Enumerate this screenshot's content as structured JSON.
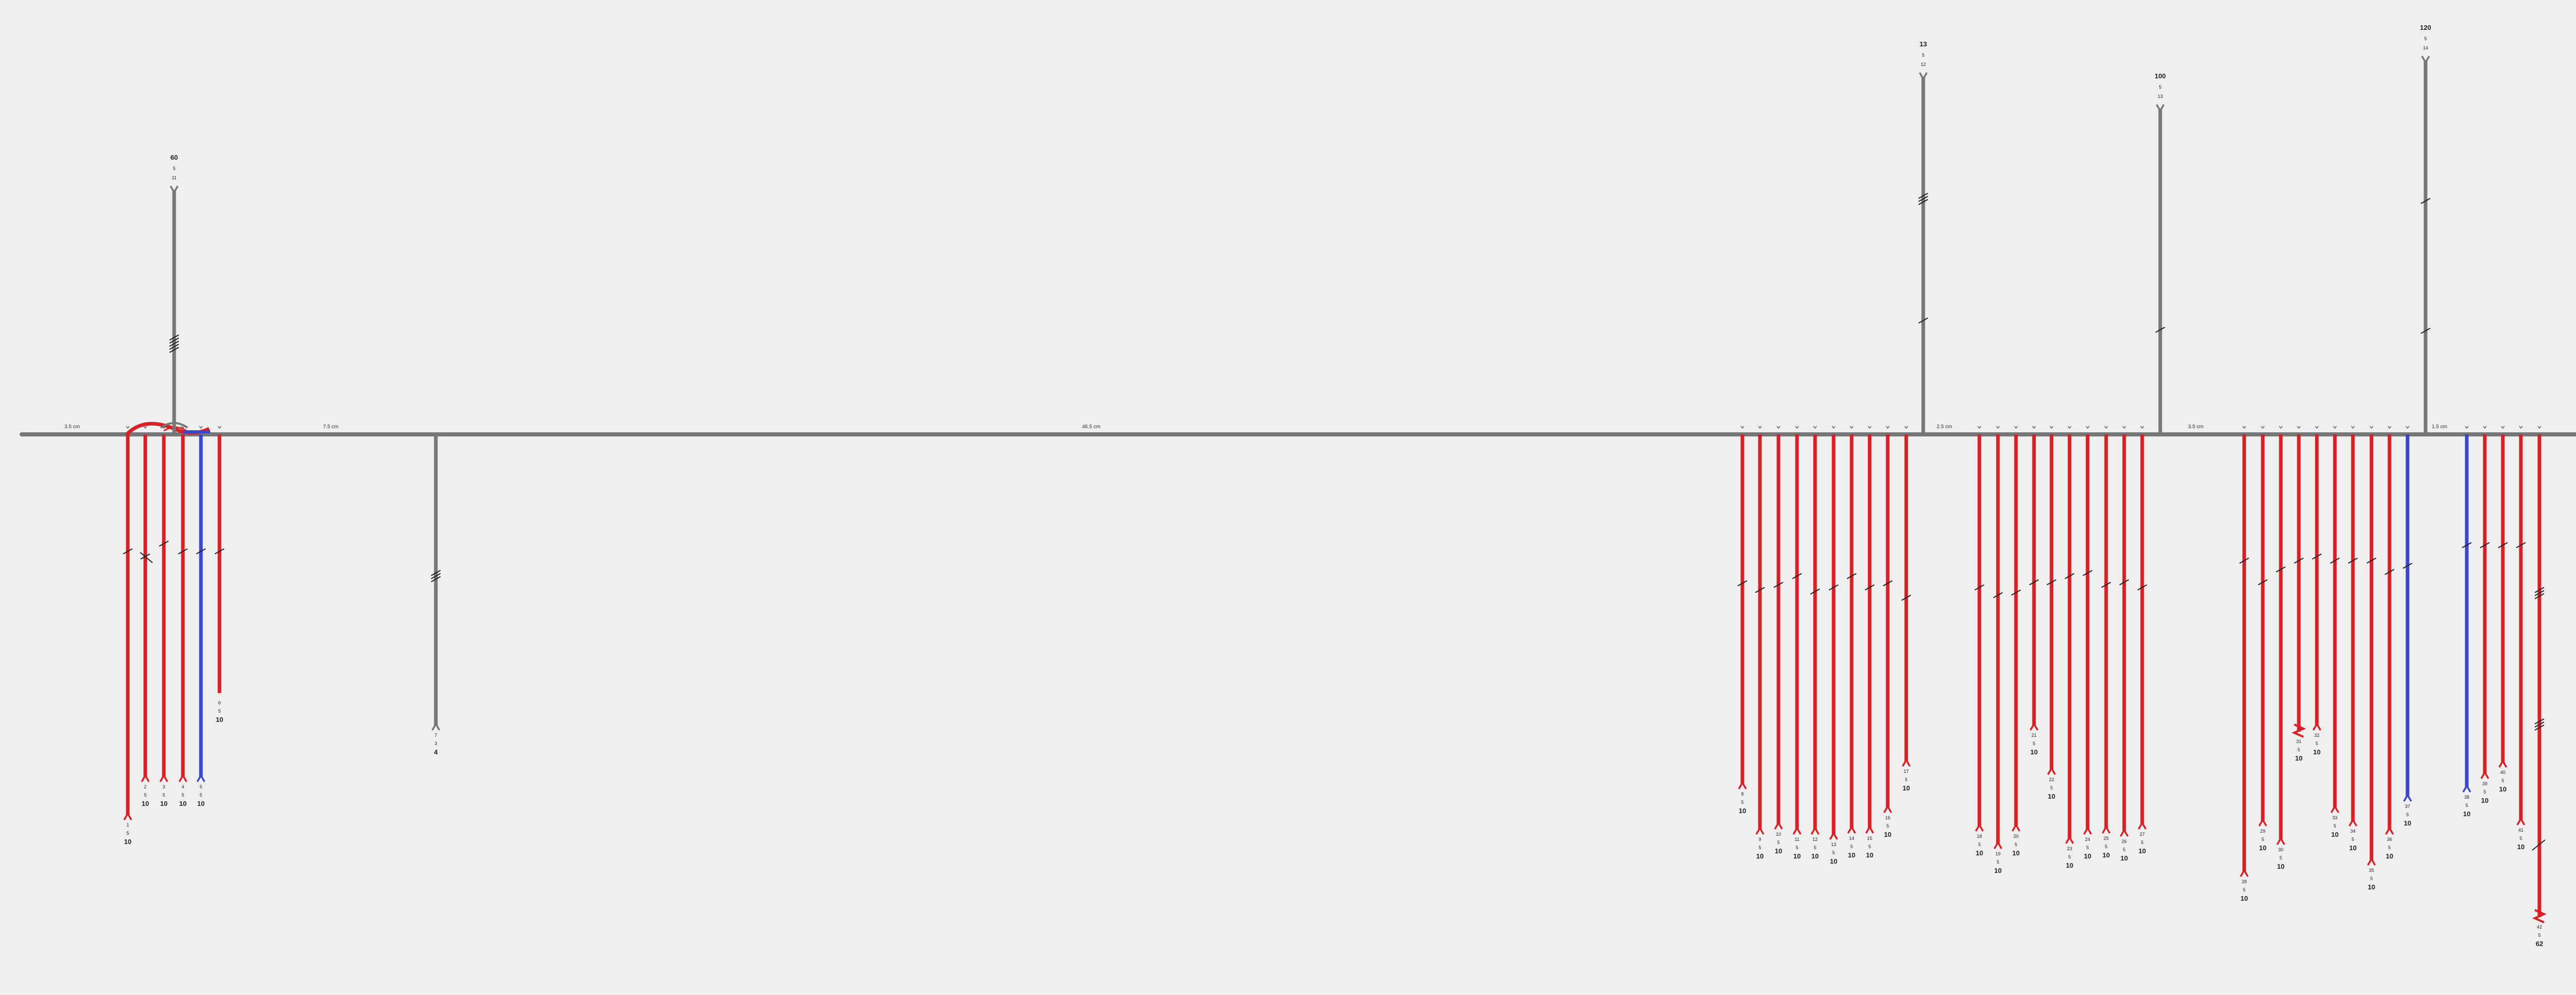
{
  "colors": {
    "background": "#efefef",
    "trunk": "#777777",
    "red": "#d92027",
    "blue": "#3a47c8",
    "ink": "#222222"
  },
  "distances": [
    "3.5 cm",
    "7.5 cm",
    "46.5 cm",
    "2.5 cm",
    "3.5 cm",
    "1.5 cm"
  ],
  "group1": {
    "up_branch": {
      "value": "60",
      "sub1": "5",
      "sub2": "11"
    },
    "down": [
      {
        "label": "1",
        "sub": "5",
        "value": "10",
        "color": "red"
      },
      {
        "label": "2",
        "sub": "5",
        "value": "10",
        "color": "red"
      },
      {
        "label": "3",
        "sub": "5",
        "value": "10",
        "color": "red"
      },
      {
        "label": "4",
        "sub": "5",
        "value": "10",
        "color": "red"
      },
      {
        "label": "5",
        "sub": "5",
        "value": "10",
        "color": "blue"
      },
      {
        "label": "6",
        "sub": "5",
        "value": "10",
        "color": "red"
      }
    ]
  },
  "gray_down": {
    "label": "7",
    "sub": "3",
    "value": "4"
  },
  "up_branches": [
    {
      "value": "13",
      "sub1": "5",
      "sub2": "12"
    },
    {
      "value": "100",
      "sub1": "5",
      "sub2": "13"
    },
    {
      "value": "120",
      "sub1": "5",
      "sub2": "14"
    }
  ],
  "group2": [
    {
      "label": "8",
      "sub": "5",
      "value": "10",
      "color": "red"
    },
    {
      "label": "9",
      "sub": "5",
      "value": "10",
      "color": "red"
    },
    {
      "label": "10",
      "sub": "5",
      "value": "10",
      "color": "red"
    },
    {
      "label": "11",
      "sub": "5",
      "value": "10",
      "color": "red"
    },
    {
      "label": "12",
      "sub": "5",
      "value": "10",
      "color": "red"
    },
    {
      "label": "13",
      "sub": "5",
      "value": "10",
      "color": "red"
    },
    {
      "label": "14",
      "sub": "5",
      "value": "10",
      "color": "red"
    },
    {
      "label": "15",
      "sub": "5",
      "value": "10",
      "color": "red"
    },
    {
      "label": "16",
      "sub": "5",
      "value": "10",
      "color": "red"
    },
    {
      "label": "17",
      "sub": "5",
      "value": "10",
      "color": "red"
    }
  ],
  "group3": [
    {
      "label": "18",
      "sub": "5",
      "value": "10",
      "color": "red"
    },
    {
      "label": "19",
      "sub": "5",
      "value": "10",
      "color": "red"
    },
    {
      "label": "20",
      "sub": "5",
      "value": "10",
      "color": "red"
    },
    {
      "label": "21",
      "sub": "5",
      "value": "10",
      "color": "red"
    },
    {
      "label": "22",
      "sub": "5",
      "value": "10",
      "color": "red"
    },
    {
      "label": "23",
      "sub": "5",
      "value": "10",
      "color": "red"
    },
    {
      "label": "24",
      "sub": "5",
      "value": "10",
      "color": "red"
    },
    {
      "label": "25",
      "sub": "5",
      "value": "10",
      "color": "red"
    },
    {
      "label": "26",
      "sub": "5",
      "value": "10",
      "color": "red"
    },
    {
      "label": "27",
      "sub": "5",
      "value": "10",
      "color": "red"
    }
  ],
  "group4": [
    {
      "label": "28",
      "sub": "5",
      "value": "10",
      "color": "red"
    },
    {
      "label": "29",
      "sub": "5",
      "value": "10",
      "color": "red"
    },
    {
      "label": "30",
      "sub": "5",
      "value": "10",
      "color": "red"
    },
    {
      "label": "31",
      "sub": "5",
      "value": "10",
      "color": "red"
    },
    {
      "label": "32",
      "sub": "5",
      "value": "10",
      "color": "red"
    },
    {
      "label": "33",
      "sub": "5",
      "value": "10",
      "color": "red"
    },
    {
      "label": "34",
      "sub": "5",
      "value": "10",
      "color": "red"
    },
    {
      "label": "35",
      "sub": "5",
      "value": "10",
      "color": "red"
    },
    {
      "label": "36",
      "sub": "5",
      "value": "10",
      "color": "red"
    },
    {
      "label": "37",
      "sub": "5",
      "value": "10",
      "color": "blue"
    }
  ],
  "group5": [
    {
      "label": "38",
      "sub": "5",
      "value": "10",
      "color": "blue"
    },
    {
      "label": "39",
      "sub": "5",
      "value": "10",
      "color": "red"
    },
    {
      "label": "40",
      "sub": "5",
      "value": "10",
      "color": "red"
    },
    {
      "label": "41",
      "sub": "5",
      "value": "10",
      "color": "red"
    },
    {
      "label": "42",
      "sub": "5",
      "value": "62",
      "color": "red"
    }
  ]
}
